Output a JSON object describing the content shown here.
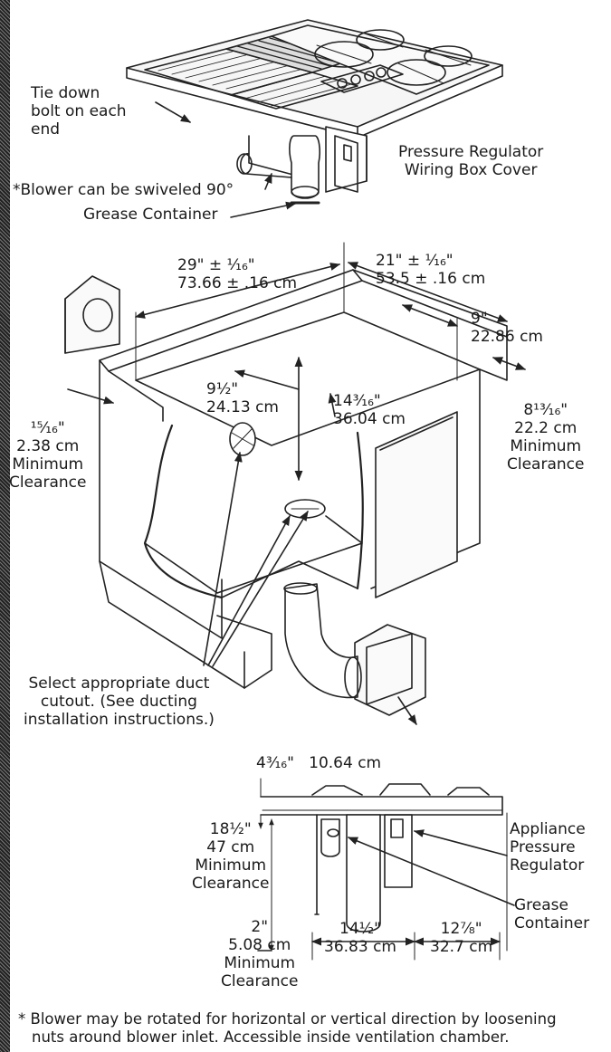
{
  "top_view": {
    "tie_down": [
      "Tie down",
      "bolt on each",
      "end"
    ],
    "blower_swivel": "*Blower can be swiveled 90°",
    "grease_container": "Grease Container",
    "regulator_cover": [
      "Pressure Regulator",
      "Wiring Box Cover"
    ]
  },
  "cabinet_view": {
    "width": [
      "29\" ± ¹⁄₁₆\"",
      "73.66 ± .16 cm"
    ],
    "depth": [
      "21\" ± ¹⁄₁₆\"",
      "53.5 ± .16 cm"
    ],
    "rear_offset": [
      "9\"",
      "22.86 cm"
    ],
    "side_offset": [
      "9½\"",
      "24.13 cm"
    ],
    "front_offset": [
      "14³⁄₁₆\"",
      "36.04 cm"
    ],
    "right_clearance": [
      "8¹³⁄₁₆\"",
      "22.2 cm",
      "Minimum",
      "Clearance"
    ],
    "left_clearance": [
      "¹⁵⁄₁₆\"",
      "2.38 cm",
      "Minimum",
      "Clearance"
    ],
    "duct_note": [
      "Select appropriate duct",
      "cutout. (See ducting",
      "installation instructions.)"
    ]
  },
  "side_view": {
    "top_thickness": [
      "4³⁄₁₆\"",
      "10.64 cm"
    ],
    "depth_below": [
      "18½\"",
      "47 cm",
      "Minimum",
      "Clearance"
    ],
    "bottom_clearance": [
      "2\"",
      "5.08 cm",
      "Minimum",
      "Clearance"
    ],
    "regulator": [
      "Appliance",
      "Pressure",
      "Regulator"
    ],
    "grease": [
      "Grease",
      "Container"
    ],
    "width_left": [
      "14½\"",
      "36.83 cm"
    ],
    "width_right": [
      "12⁷⁄₈\"",
      "32.7 cm"
    ]
  },
  "footnote": [
    "* Blower may be rotated for horizontal or vertical direction by loosening",
    "nuts around blower inlet. Accessible inside ventilation chamber."
  ]
}
